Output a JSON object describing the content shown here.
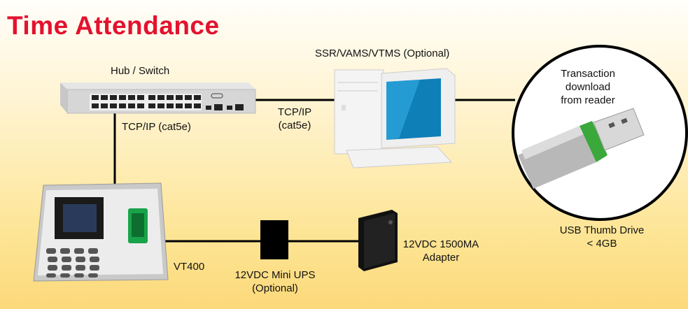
{
  "title": "Time Attendance",
  "labels": {
    "hub": "Hub / Switch",
    "pc": "SSR/VAMS/VTMS (Optional)",
    "tcp_vertical": "TCP/IP (cat5e)",
    "tcp_horizontal_1": "TCP/IP",
    "tcp_horizontal_2": "(cat5e)",
    "transaction_1": "Transaction",
    "transaction_2": "download",
    "transaction_3": "from reader",
    "device": "VT400",
    "ups_1": "12VDC Mini UPS",
    "ups_2": "(Optional)",
    "adapter_1": "12VDC 1500MA",
    "adapter_2": "Adapter",
    "usb_1": "USB Thumb Drive",
    "usb_2": "< 4GB"
  },
  "colors": {
    "title": "#e3122f",
    "line": "#000000",
    "usb_accent": "#3aa83a"
  }
}
